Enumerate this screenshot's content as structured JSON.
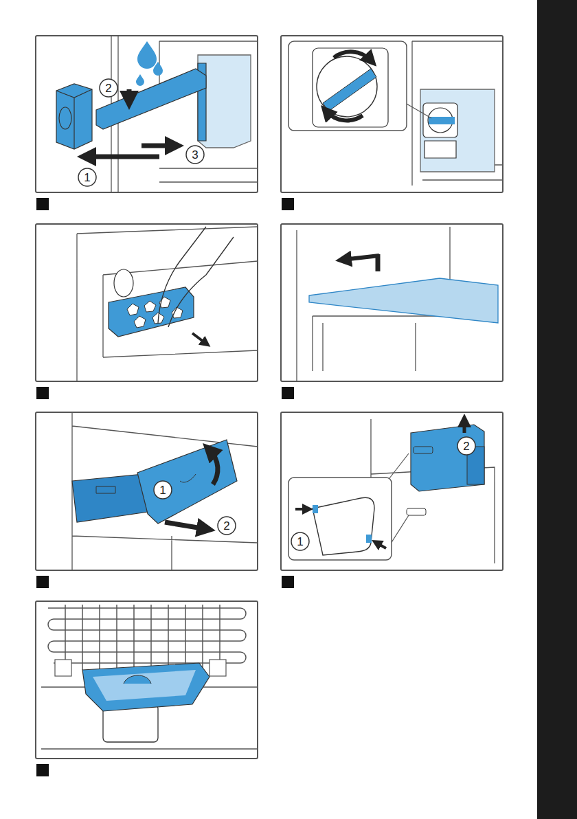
{
  "diagram": {
    "labels": [
      "1",
      "2",
      "3",
      "1",
      "2",
      "1",
      "2"
    ]
  }
}
